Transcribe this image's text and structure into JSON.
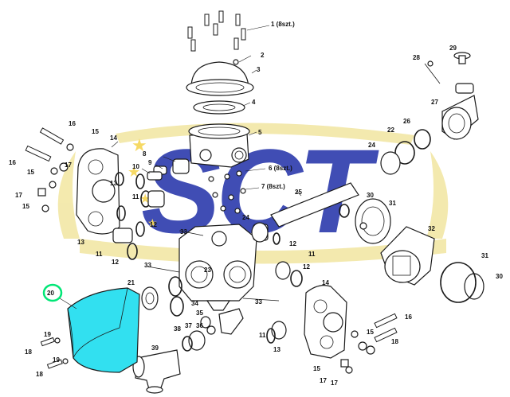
{
  "diagram": {
    "watermark": {
      "text": "SCT",
      "colors": {
        "blue": "#1f2fa8",
        "yellow": "#f2e6a0",
        "star": "#f5d34a"
      }
    },
    "highlight": {
      "color": "#00e676",
      "fill": "#32e0f0"
    },
    "callouts": [
      {
        "id": "c1",
        "text": "1 (8szt.)"
      },
      {
        "id": "c2",
        "text": "2"
      },
      {
        "id": "c3",
        "text": "3"
      },
      {
        "id": "c4",
        "text": "4"
      },
      {
        "id": "c5",
        "text": "5"
      },
      {
        "id": "c6",
        "text": "6 (8szt.)"
      },
      {
        "id": "c7",
        "text": "7 (8szt.)"
      },
      {
        "id": "c8",
        "text": "8"
      },
      {
        "id": "c9",
        "text": "9"
      },
      {
        "id": "c10",
        "text": "10"
      },
      {
        "id": "c11a",
        "text": "11"
      },
      {
        "id": "c11b",
        "text": "11"
      },
      {
        "id": "c11c",
        "text": "11"
      },
      {
        "id": "c11d",
        "text": "11"
      },
      {
        "id": "c12a",
        "text": "12"
      },
      {
        "id": "c12b",
        "text": "12"
      },
      {
        "id": "c12c",
        "text": "12"
      },
      {
        "id": "c12d",
        "text": "12"
      },
      {
        "id": "c13a",
        "text": "13"
      },
      {
        "id": "c13b",
        "text": "13"
      },
      {
        "id": "c13c",
        "text": "13"
      },
      {
        "id": "c14a",
        "text": "14"
      },
      {
        "id": "c14b",
        "text": "14"
      },
      {
        "id": "c15a",
        "text": "15"
      },
      {
        "id": "c15b",
        "text": "15"
      },
      {
        "id": "c15c",
        "text": "15"
      },
      {
        "id": "c15d",
        "text": "15"
      },
      {
        "id": "c15e",
        "text": "15"
      },
      {
        "id": "c16a",
        "text": "16"
      },
      {
        "id": "c16b",
        "text": "16"
      },
      {
        "id": "c16c",
        "text": "16"
      },
      {
        "id": "c17a",
        "text": "17"
      },
      {
        "id": "c17b",
        "text": "17"
      },
      {
        "id": "c17c",
        "text": "17"
      },
      {
        "id": "c17d",
        "text": "17"
      },
      {
        "id": "c18a",
        "text": "18"
      },
      {
        "id": "c18b",
        "text": "18"
      },
      {
        "id": "c18c",
        "text": "18"
      },
      {
        "id": "c19a",
        "text": "19"
      },
      {
        "id": "c19b",
        "text": "19"
      },
      {
        "id": "c20",
        "text": "20"
      },
      {
        "id": "c21",
        "text": "21"
      },
      {
        "id": "c22",
        "text": "22"
      },
      {
        "id": "c23",
        "text": "23"
      },
      {
        "id": "c24a",
        "text": "24"
      },
      {
        "id": "c24b",
        "text": "24"
      },
      {
        "id": "c25",
        "text": "25"
      },
      {
        "id": "c26",
        "text": "26"
      },
      {
        "id": "c27",
        "text": "27"
      },
      {
        "id": "c28",
        "text": "28"
      },
      {
        "id": "c29",
        "text": "29"
      },
      {
        "id": "c30a",
        "text": "30"
      },
      {
        "id": "c30b",
        "text": "30"
      },
      {
        "id": "c31a",
        "text": "31"
      },
      {
        "id": "c31b",
        "text": "31"
      },
      {
        "id": "c32",
        "text": "32"
      },
      {
        "id": "c33a",
        "text": "33"
      },
      {
        "id": "c33b",
        "text": "33"
      },
      {
        "id": "c33c",
        "text": "33"
      },
      {
        "id": "c34",
        "text": "34"
      },
      {
        "id": "c35",
        "text": "35"
      },
      {
        "id": "c36",
        "text": "36"
      },
      {
        "id": "c37",
        "text": "37"
      },
      {
        "id": "c38",
        "text": "38"
      },
      {
        "id": "c39",
        "text": "39"
      }
    ]
  }
}
